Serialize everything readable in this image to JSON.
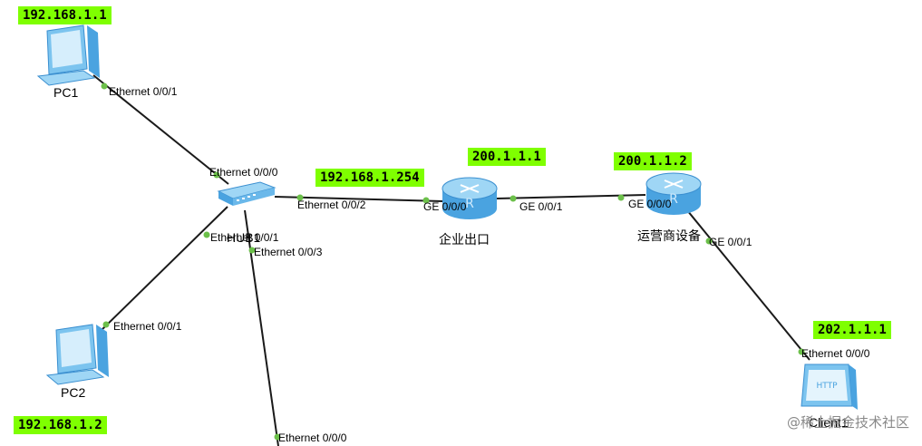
{
  "devices": {
    "pc1": {
      "label": "PC1",
      "ip": "192.168.1.1",
      "icon": "pc-icon"
    },
    "pc2": {
      "label": "PC2",
      "ip": "192.168.1.2",
      "icon": "pc-icon"
    },
    "hub": {
      "label": "HUB1",
      "icon": "hub-icon"
    },
    "r1": {
      "label": "企业出口",
      "ip_lan": "192.168.1.254",
      "ip_wan": "200.1.1.1",
      "icon": "router-icon"
    },
    "r2": {
      "label": "运营商设备",
      "ip": "200.1.1.2",
      "icon": "router-icon"
    },
    "client": {
      "label": "Client1",
      "ip": "202.1.1.1",
      "icon": "http-client-icon"
    }
  },
  "ports": {
    "pc1_eth": "Ethernet 0/0/1",
    "hub_eth0": "Ethernet 0/0/0",
    "hub_eth2": "Ethernet 0/0/2",
    "hub_eth1": "Ethernet 0/0/1",
    "hub_eth3": "Ethernet 0/0/3",
    "pc2_eth": "Ethernet 0/0/1",
    "bottom_eth": "Ethernet 0/0/0",
    "r1_ge0": "GE 0/0/0",
    "r1_ge1": "GE 0/0/1",
    "r2_ge0": "GE 0/0/0",
    "r2_ge1": "GE 0/0/1",
    "client_eth": "Ethernet 0/0/0"
  },
  "watermark": "@稀土掘金技术社区",
  "colors": {
    "ip_tag": "#7fff00",
    "port_dot": "#6cc04a",
    "link": "#1a1a1a",
    "device_blue": "#4aa3e0"
  }
}
